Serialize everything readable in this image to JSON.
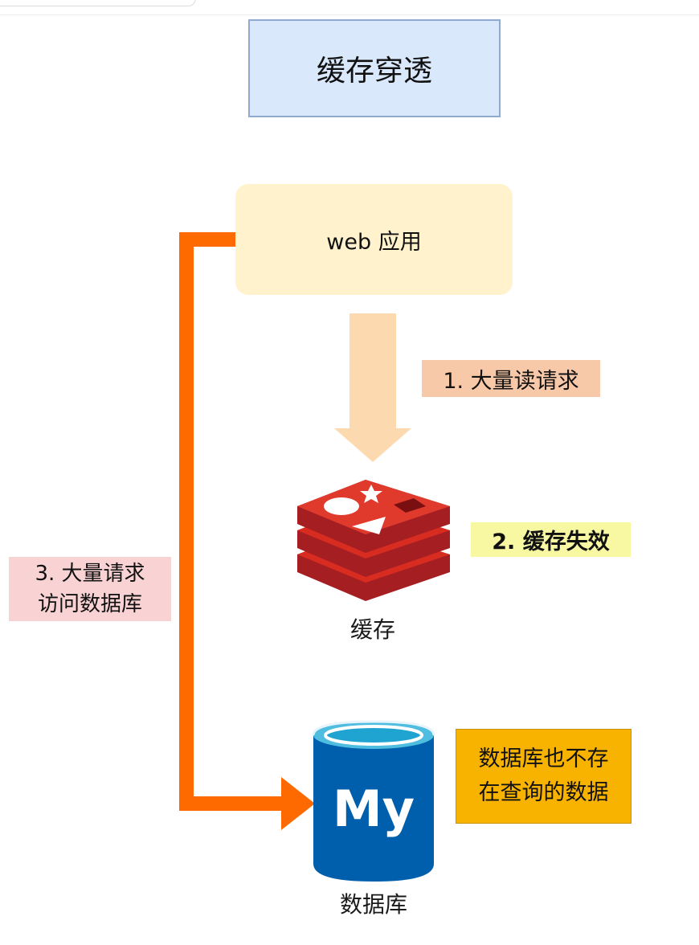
{
  "diagram": {
    "title": "缓存穿透",
    "web_app": "web 应用",
    "step1": "1. 大量读请求",
    "step2": "2. 缓存失效",
    "step3_line1": "3. 大量请求",
    "step3_line2": "访问数据库",
    "cache_caption": "缓存",
    "db_caption": "数据库",
    "db_note_line1": "数据库也不存",
    "db_note_line2": "在查询的数据",
    "db_logo_text": "My"
  },
  "colors": {
    "title_fill": "#dae8fc",
    "web_fill": "#fff2cc",
    "read_arrow": "#fdd9b0",
    "db_request_arrow": "#ff6a00",
    "redis_red": "#c8102e",
    "mysql_blue": "#005fad",
    "db_note_fill": "#f8b300"
  },
  "icons": {
    "cache": "redis-logo-icon",
    "database": "mysql-database-icon"
  }
}
